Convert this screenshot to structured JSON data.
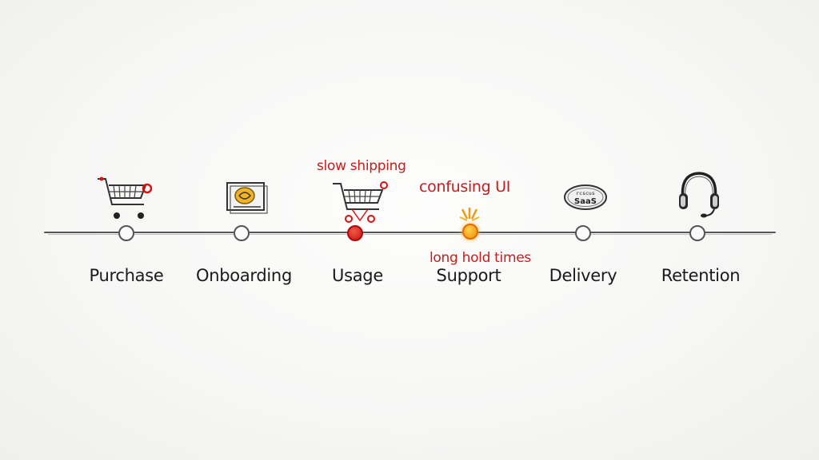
{
  "stages": [
    {
      "label": "Purchase",
      "icon": "shopping-cart-icon"
    },
    {
      "label": "Onboarding",
      "icon": "onboarding-card-icon"
    },
    {
      "label": "Usage",
      "icon": "shopping-cart-icon"
    },
    {
      "label": "Support",
      "icon": "burst-icon"
    },
    {
      "label": "Delivery",
      "icon": "saas-badge-icon"
    },
    {
      "label": "Retention",
      "icon": "headset-icon"
    }
  ],
  "pain_points": {
    "usage_note": "slow shipping",
    "confusing_note": "confusing UI",
    "support_note": "long hold times"
  },
  "badge_text": {
    "top": "rcscus",
    "bottom": "SaaS"
  },
  "colors": {
    "line": "#555555",
    "pain": "#c71c1c",
    "pain_dot_red": "#d91a1a",
    "pain_dot_orange": "#f5a01a"
  }
}
